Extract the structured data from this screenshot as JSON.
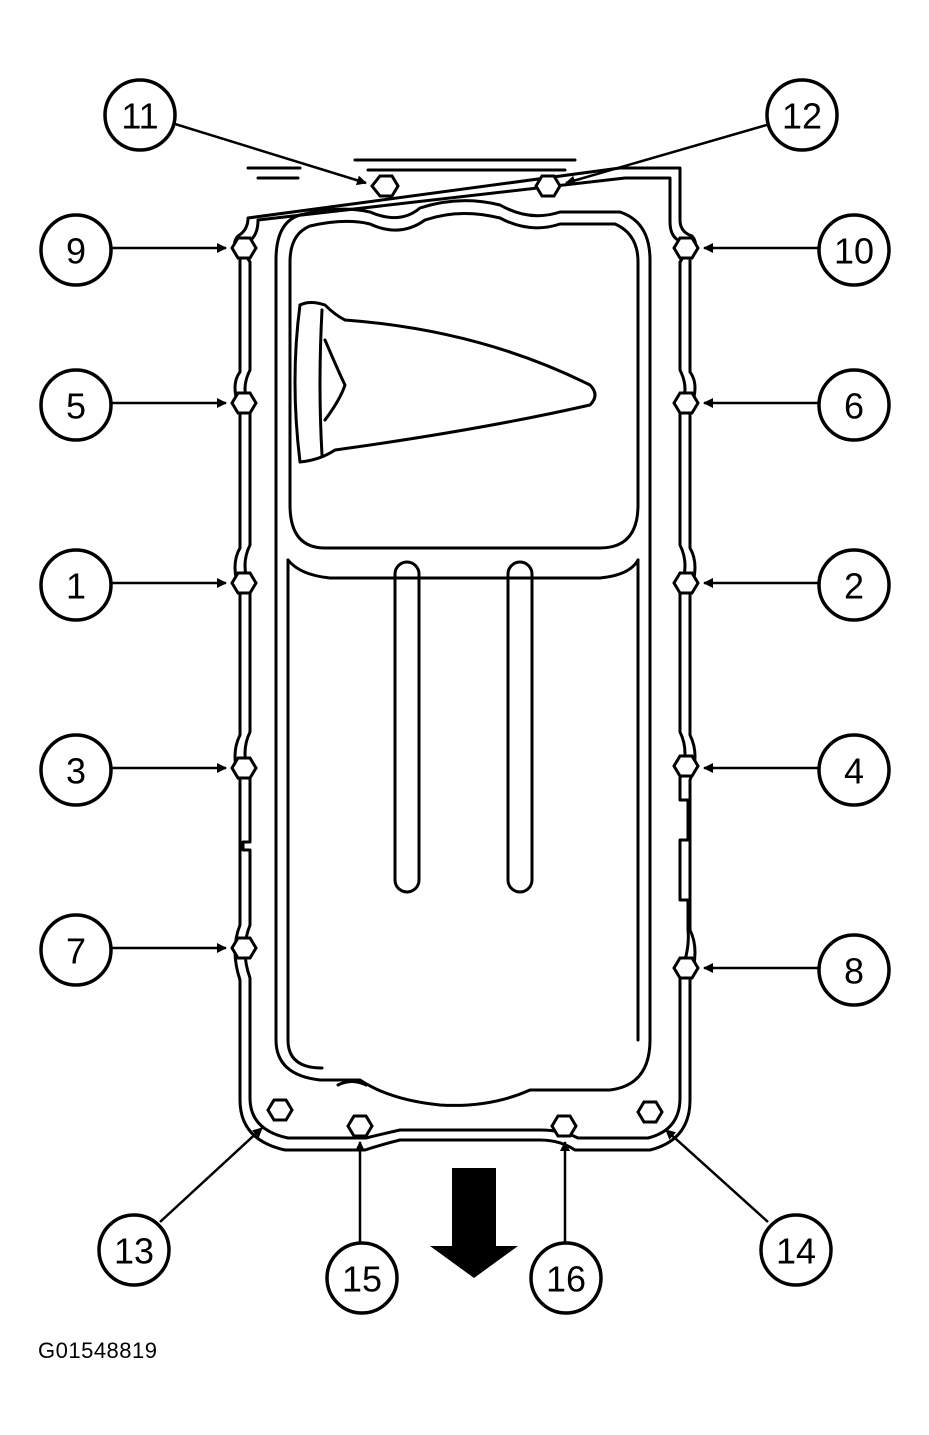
{
  "figure_code": "G01548819",
  "callouts": [
    {
      "id": "c1",
      "label": "1"
    },
    {
      "id": "c2",
      "label": "2"
    },
    {
      "id": "c3",
      "label": "3"
    },
    {
      "id": "c4",
      "label": "4"
    },
    {
      "id": "c5",
      "label": "5"
    },
    {
      "id": "c6",
      "label": "6"
    },
    {
      "id": "c7",
      "label": "7"
    },
    {
      "id": "c8",
      "label": "8"
    },
    {
      "id": "c9",
      "label": "9"
    },
    {
      "id": "c10",
      "label": "10"
    },
    {
      "id": "c11",
      "label": "11"
    },
    {
      "id": "c12",
      "label": "12"
    },
    {
      "id": "c13",
      "label": "13"
    },
    {
      "id": "c14",
      "label": "14"
    },
    {
      "id": "c15",
      "label": "15"
    },
    {
      "id": "c16",
      "label": "16"
    }
  ],
  "direction_arrow": "front-arrow-down"
}
